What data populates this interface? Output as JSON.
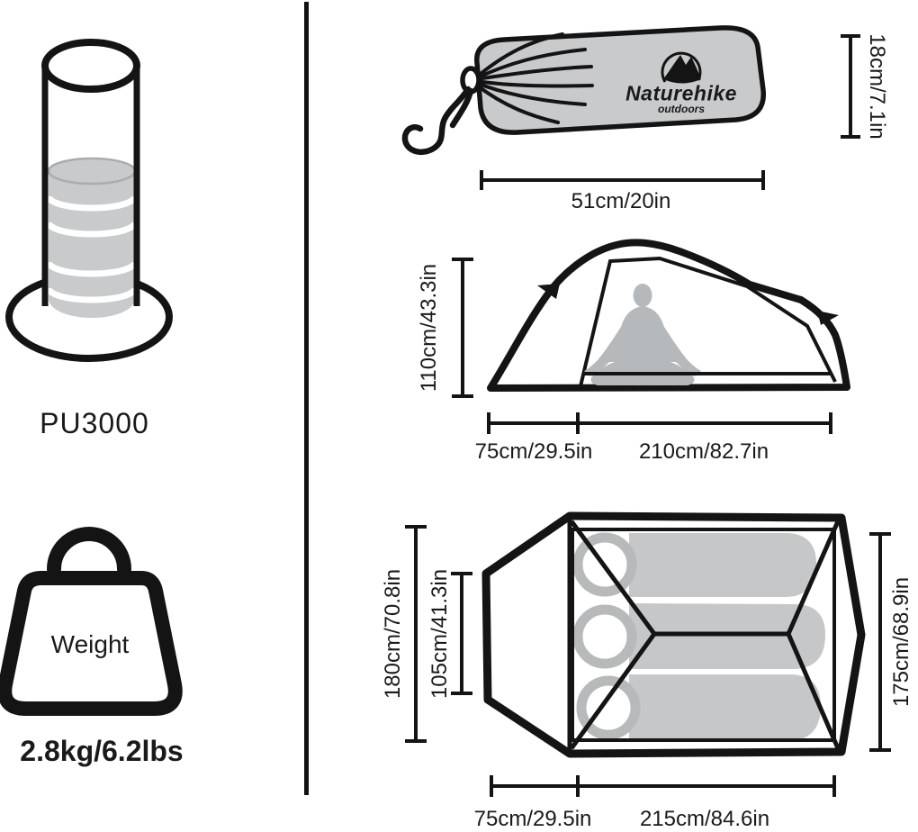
{
  "figure": {
    "type": "product-dimensions-diagram",
    "product": "Naturehike tent specifications"
  },
  "colors": {
    "ink": "#141414",
    "gray_fill": "#c8cacb",
    "silhouette_gray": "#b6b9bb",
    "ring_gray": "#b7b9bb",
    "background": "#ffffff"
  },
  "icons": {
    "waterproof_cylinder": "water-column-on-base-icon",
    "weight": "weight-with-handle-icon",
    "stuff_sack": "drawstring-carry-bag-icon",
    "brand_mountain": "mountain-in-circle-icon",
    "tent_side": "tent-side-view-with-person-silhouette",
    "tent_top": "tent-top-view-with-sleeping-pads"
  },
  "left_panel": {
    "waterproof_rating": "PU3000",
    "weight_icon_text": "Weight",
    "weight_value": "2.8kg/6.2lbs"
  },
  "stuff_sack": {
    "brand": "Naturehike",
    "brand_tagline": "outdoors",
    "height_dim": "18cm/7.1in",
    "length_dim": "51cm/20in"
  },
  "side_view": {
    "height_dim": "110cm/43.3in",
    "vestibule_dim": "75cm/29.5in",
    "length_dim": "210cm/82.7in"
  },
  "top_view": {
    "outer_width_dim": "180cm/70.8in",
    "inner_width_dim": "105cm/41.3in",
    "right_width_dim": "175cm/68.9in",
    "vestibule_dim": "75cm/29.5in",
    "length_dim": "215cm/84.6in"
  }
}
